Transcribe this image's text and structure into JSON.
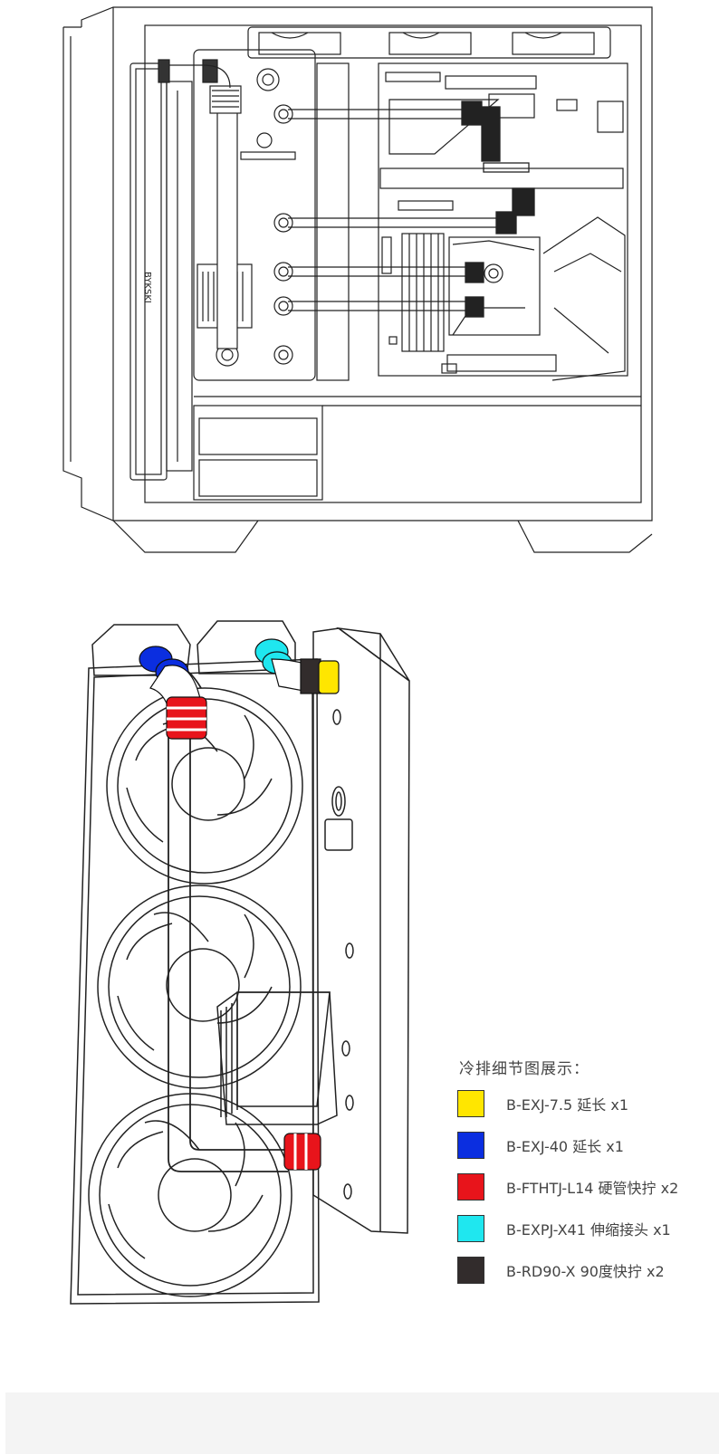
{
  "legend": {
    "title": "冷排细节图展示：",
    "items": [
      {
        "color": "#ffe600",
        "label": "B-EXJ-7.5 延长 x1"
      },
      {
        "color": "#0b2ee0",
        "label": "B-EXJ-40 延长 x1"
      },
      {
        "color": "#e8141b",
        "label": "B-FTHTJ-L14 硬管快拧 x2"
      },
      {
        "color": "#1fe7ef",
        "label": "B-EXPJ-X41 伸缩接头 x1"
      },
      {
        "color": "#322c2c",
        "label": "B-RD90-X 90度快拧 x2"
      }
    ]
  },
  "board": {
    "brand_mark": "BYKSKI"
  }
}
